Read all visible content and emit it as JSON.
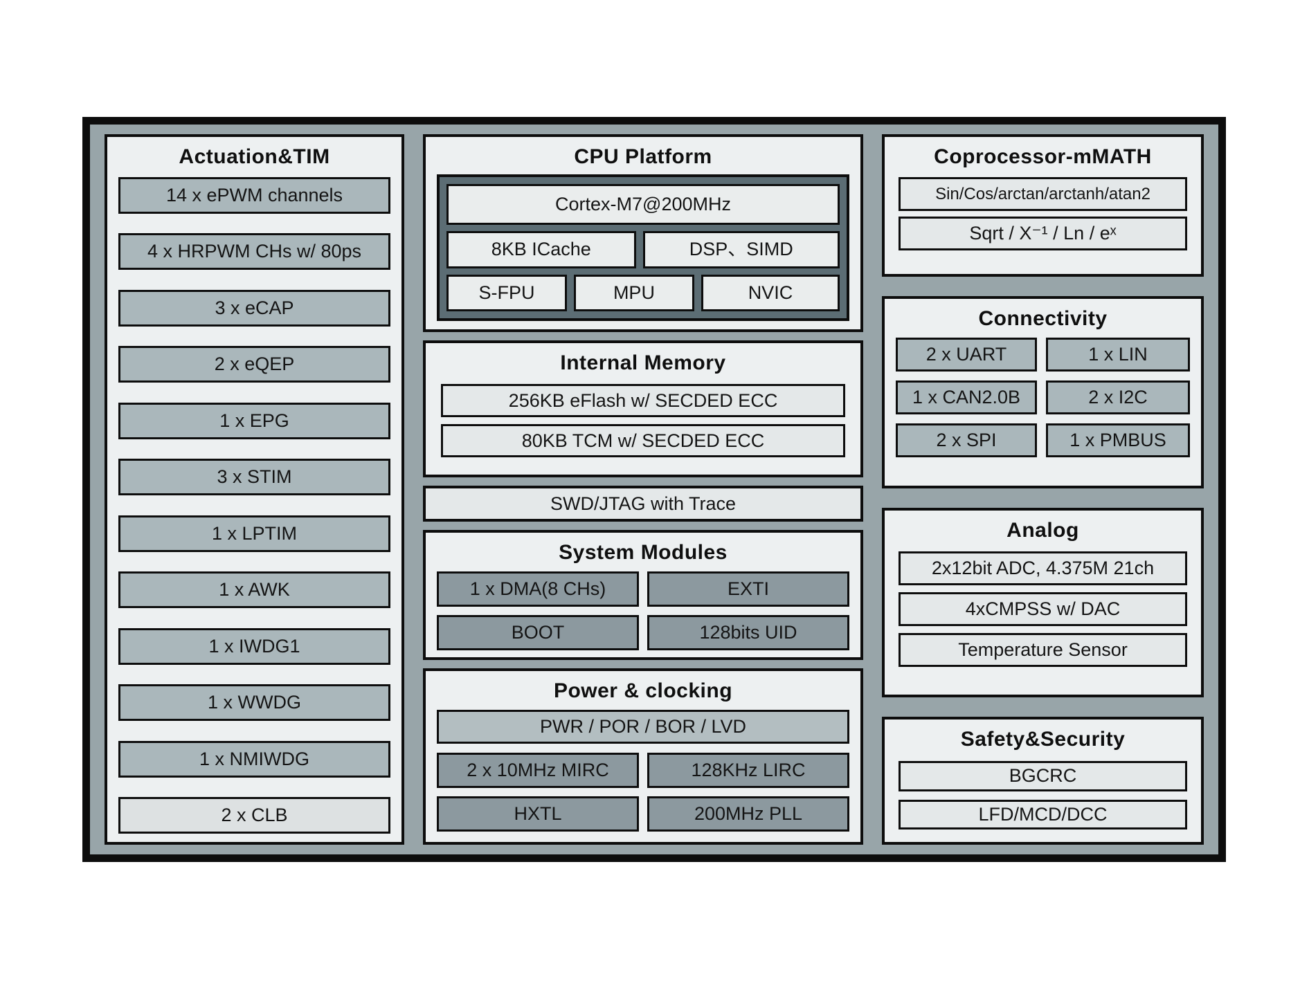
{
  "sections": {
    "actuation": {
      "title": "Actuation&TIM",
      "items": [
        "14 x ePWM channels",
        "4 x HRPWM CHs w/ 80ps",
        "3 x eCAP",
        "2 x eQEP",
        "1 x EPG",
        "3 x STIM",
        "1 x LPTIM",
        "1 x AWK",
        "1 x IWDG1",
        "1 x WWDG",
        "1 x NMIWDG",
        "2 x CLB"
      ]
    },
    "cpu": {
      "title": "CPU Platform",
      "core": "Cortex-M7@200MHz",
      "row2": [
        "8KB ICache",
        "DSP、SIMD"
      ],
      "row3": [
        "S-FPU",
        "MPU",
        "NVIC"
      ]
    },
    "memory": {
      "title": "Internal Memory",
      "items": [
        "256KB eFlash w/ SECDED ECC",
        "80KB TCM w/ SECDED ECC"
      ]
    },
    "debug": {
      "label": "SWD/JTAG with Trace"
    },
    "system": {
      "title": "System Modules",
      "items": [
        "1 x DMA(8 CHs)",
        "EXTI",
        "BOOT",
        "128bits UID"
      ]
    },
    "power": {
      "title": "Power & clocking",
      "bar": "PWR / POR / BOR / LVD",
      "items": [
        "2 x 10MHz MIRC",
        "128KHz LIRC",
        "HXTL",
        "200MHz PLL"
      ]
    },
    "coprocessor": {
      "title": "Coprocessor-mMATH",
      "items": [
        "Sin/Cos/arctan/arctanh/atan2",
        "Sqrt / X⁻¹ / Ln / eˣ"
      ]
    },
    "connectivity": {
      "title": "Connectivity",
      "items": [
        "2 x UART",
        "1 x LIN",
        "1 x CAN2.0B",
        "2 x I2C",
        "2 x SPI",
        "1 x PMBUS"
      ]
    },
    "analog": {
      "title": "Analog",
      "items": [
        "2x12bit ADC, 4.375M 21ch",
        "4xCMPSS w/ DAC",
        "Temperature Sensor"
      ]
    },
    "safety": {
      "title": "Safety&Security",
      "items": [
        "BGCRC",
        "LFD/MCD/DCC"
      ]
    }
  },
  "colors": {
    "chip-bg": "#98a5a9",
    "panel-bg": "#edf0f1",
    "border": "#0d0d0d",
    "block-medium": "#aab7bb",
    "block-dark": "#8c999f",
    "block-light": "#dde1e2",
    "row-light": "#e4e8e9",
    "pwr-bar": "#b3bec1",
    "cpu-inner": "#5c6d74",
    "cpu-box": "#eaeded",
    "text": "#141414"
  }
}
